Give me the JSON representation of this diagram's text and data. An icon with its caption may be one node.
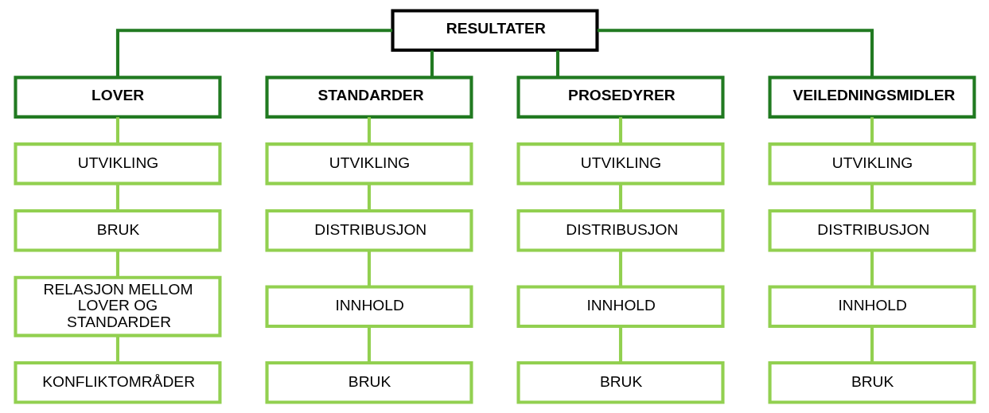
{
  "diagram": {
    "nodes": [
      {
        "text": [
          "RESULTATER"
        ]
      },
      {
        "text": [
          "LOVER"
        ]
      },
      {
        "text": [
          "STANDARDER"
        ]
      },
      {
        "text": [
          "PROSEDYRER"
        ]
      },
      {
        "text": [
          "VEILEDNINGSMIDLER"
        ]
      },
      {
        "text": [
          "UTVIKLING"
        ]
      },
      {
        "text": [
          "BRUK"
        ]
      },
      {
        "text": [
          "RELASJON MELLOM LOVER OG STANDARDER"
        ]
      },
      {
        "text": [
          "KONFLIKTOMRÅDER"
        ]
      },
      {
        "text": [
          "UTVIKLING"
        ]
      },
      {
        "text": [
          "DISTRIBUSJON"
        ]
      },
      {
        "text": [
          "INNHOLD"
        ]
      },
      {
        "text": [
          "BRUK"
        ]
      },
      {
        "text": [
          "UTVIKLING"
        ]
      },
      {
        "text": [
          "DISTRIBUSJON"
        ]
      },
      {
        "text": [
          "INNHOLD"
        ]
      },
      {
        "text": [
          "BRUK"
        ]
      },
      {
        "text": [
          "UTVIKLING"
        ]
      },
      {
        "text": [
          "DISTRIBUSJON"
        ]
      },
      {
        "text": [
          "INNHOLD"
        ]
      },
      {
        "text": [
          "BRUK"
        ]
      }
    ],
    "edges": [
      {
        "from": 0,
        "to": 1,
        "arrow": "none",
        "color": "#217a21"
      },
      {
        "from": 0,
        "to": 2,
        "arrow": "none",
        "color": "#217a21"
      },
      {
        "from": 0,
        "to": 3,
        "arrow": "none",
        "color": "#217a21"
      },
      {
        "from": 0,
        "to": 4,
        "arrow": "none",
        "color": "#217a21"
      },
      {
        "from": 1,
        "to": 5,
        "arrow": "none"
      },
      {
        "from": 5,
        "to": 6,
        "arrow": "none"
      },
      {
        "from": 6,
        "to": 7,
        "arrow": "none"
      },
      {
        "from": 7,
        "to": 8,
        "arrow": "none"
      },
      {
        "from": 2,
        "to": 9,
        "arrow": "none"
      },
      {
        "from": 9,
        "to": 10,
        "arrow": "none"
      },
      {
        "from": 10,
        "to": 11,
        "arrow": "none"
      },
      {
        "from": 11,
        "to": 12,
        "arrow": "none"
      },
      {
        "from": 3,
        "to": 13,
        "arrow": "none"
      },
      {
        "from": 13,
        "to": 14,
        "arrow": "none"
      },
      {
        "from": 14,
        "to": 15,
        "arrow": "none"
      },
      {
        "from": 15,
        "to": 16,
        "arrow": "none"
      },
      {
        "from": 4,
        "to": 17,
        "arrow": "none"
      },
      {
        "from": 17,
        "to": 18,
        "arrow": "none"
      },
      {
        "from": 18,
        "to": 19,
        "arrow": "none"
      },
      {
        "from": 19,
        "to": 20,
        "arrow": "none"
      }
    ]
  }
}
